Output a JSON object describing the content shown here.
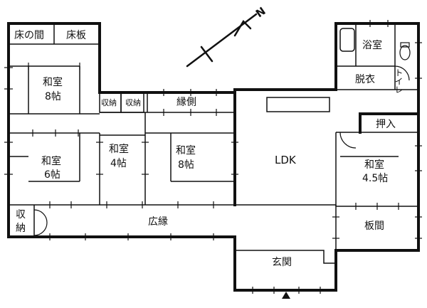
{
  "compass": {
    "north_label": "N"
  },
  "rooms": {
    "tokonoma": "床の間",
    "tokoita": "床板",
    "washitsu_8_nw_l1": "和室",
    "washitsu_8_nw_l2": "8帖",
    "shuno_1": "収納",
    "shuno_2": "収納",
    "engawa": "縁側",
    "washitsu_6_l1": "和室",
    "washitsu_6_l2": "6帖",
    "washitsu_4_l1": "和室",
    "washitsu_4_l2": "4帖",
    "washitsu_8_c_l1": "和室",
    "washitsu_8_c_l2": "8帖",
    "ldk": "LDK",
    "yokushitsu": "浴室",
    "toilet": "トイレ",
    "datsui": "脱衣",
    "oshiire": "押入",
    "washitsu_45_l1": "和室",
    "washitsu_45_l2": "4.5帖",
    "shuno_sw_1": "収",
    "shuno_sw_2": "納",
    "hiroen": "広縁",
    "itama": "板間",
    "genkan": "玄関"
  }
}
